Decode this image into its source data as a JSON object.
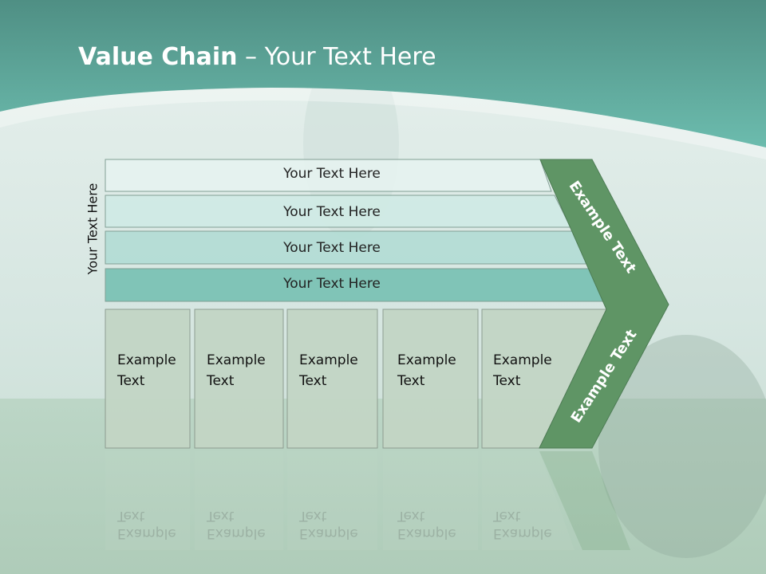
{
  "slide": {
    "title_bold": "Value Chain",
    "title_rest": " – Your Text Here",
    "side_label": "Your Text Here"
  },
  "bars": [
    {
      "label": "Your Text Here",
      "fill": "#e6f3f0"
    },
    {
      "label": "Your Text Here",
      "fill": "#d0ebe5"
    },
    {
      "label": "Your Text Here",
      "fill": "#b3ddd5"
    },
    {
      "label": "Your Text Here",
      "fill": "#79c2b4"
    }
  ],
  "columns": [
    {
      "line1": "Example",
      "line2": "Text"
    },
    {
      "line1": "Example",
      "line2": "Text"
    },
    {
      "line1": "Example",
      "line2": "Text"
    },
    {
      "line1": "Example",
      "line2": "Text"
    },
    {
      "line1": "Example",
      "line2": "Text"
    }
  ],
  "arrow": {
    "upper_label": "Example Text",
    "lower_label": "Example Text",
    "fill": "#5f9565"
  },
  "colors": {
    "header": "#5fb4a6",
    "column_fill": "#c3d6c5"
  }
}
